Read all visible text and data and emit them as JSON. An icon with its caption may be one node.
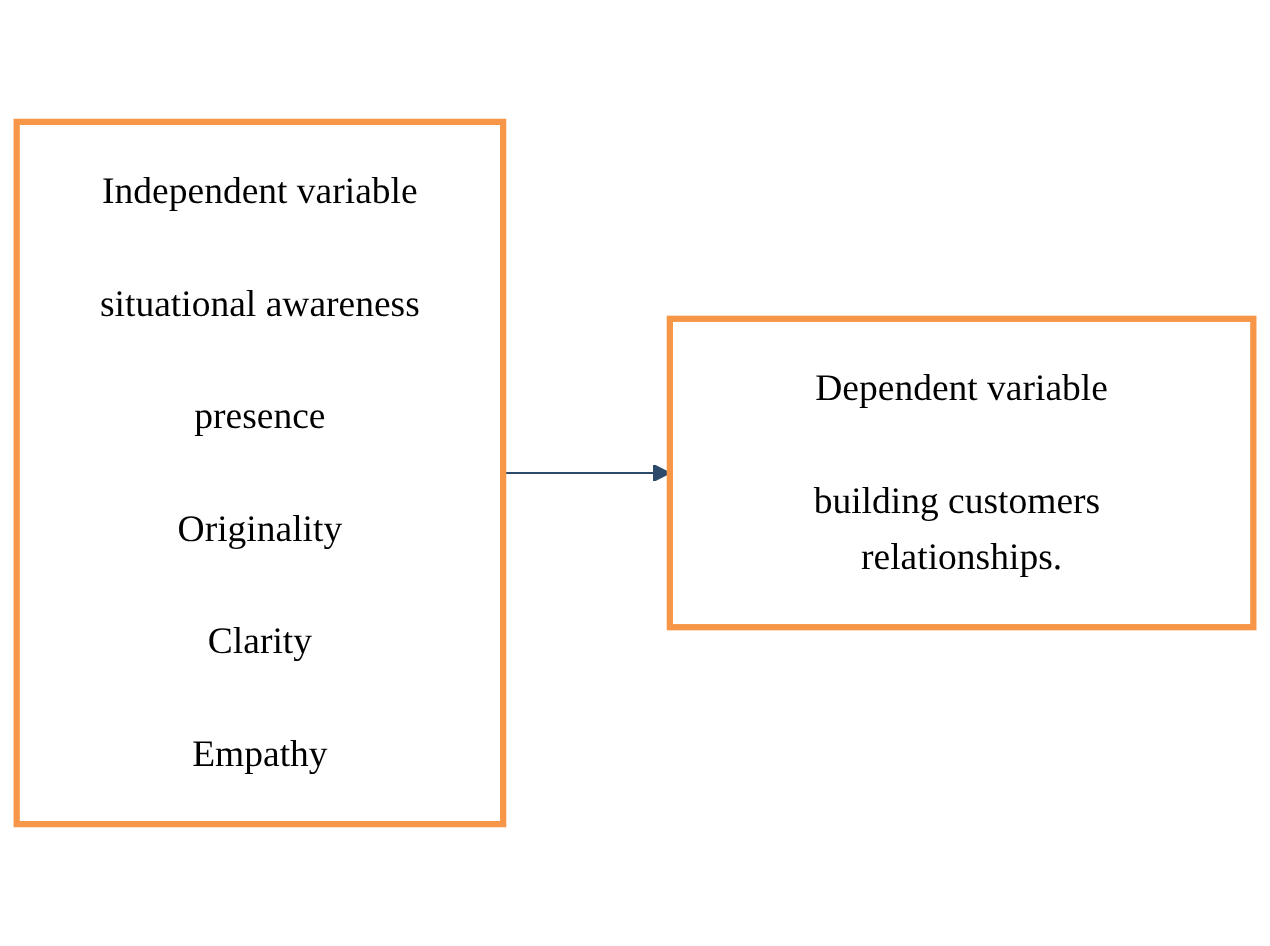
{
  "diagram": {
    "nodes": [
      {
        "text": [
          "Independent variable",
          "situational awareness",
          "presence",
          "Originality",
          "Clarity",
          "Empathy"
        ]
      },
      {
        "text": [
          "Dependent variable",
          "building customers relationships."
        ]
      }
    ],
    "edges": [
      {
        "from": 0,
        "to": 1,
        "arrow": "to",
        "color": "#2e4a6b"
      }
    ]
  }
}
